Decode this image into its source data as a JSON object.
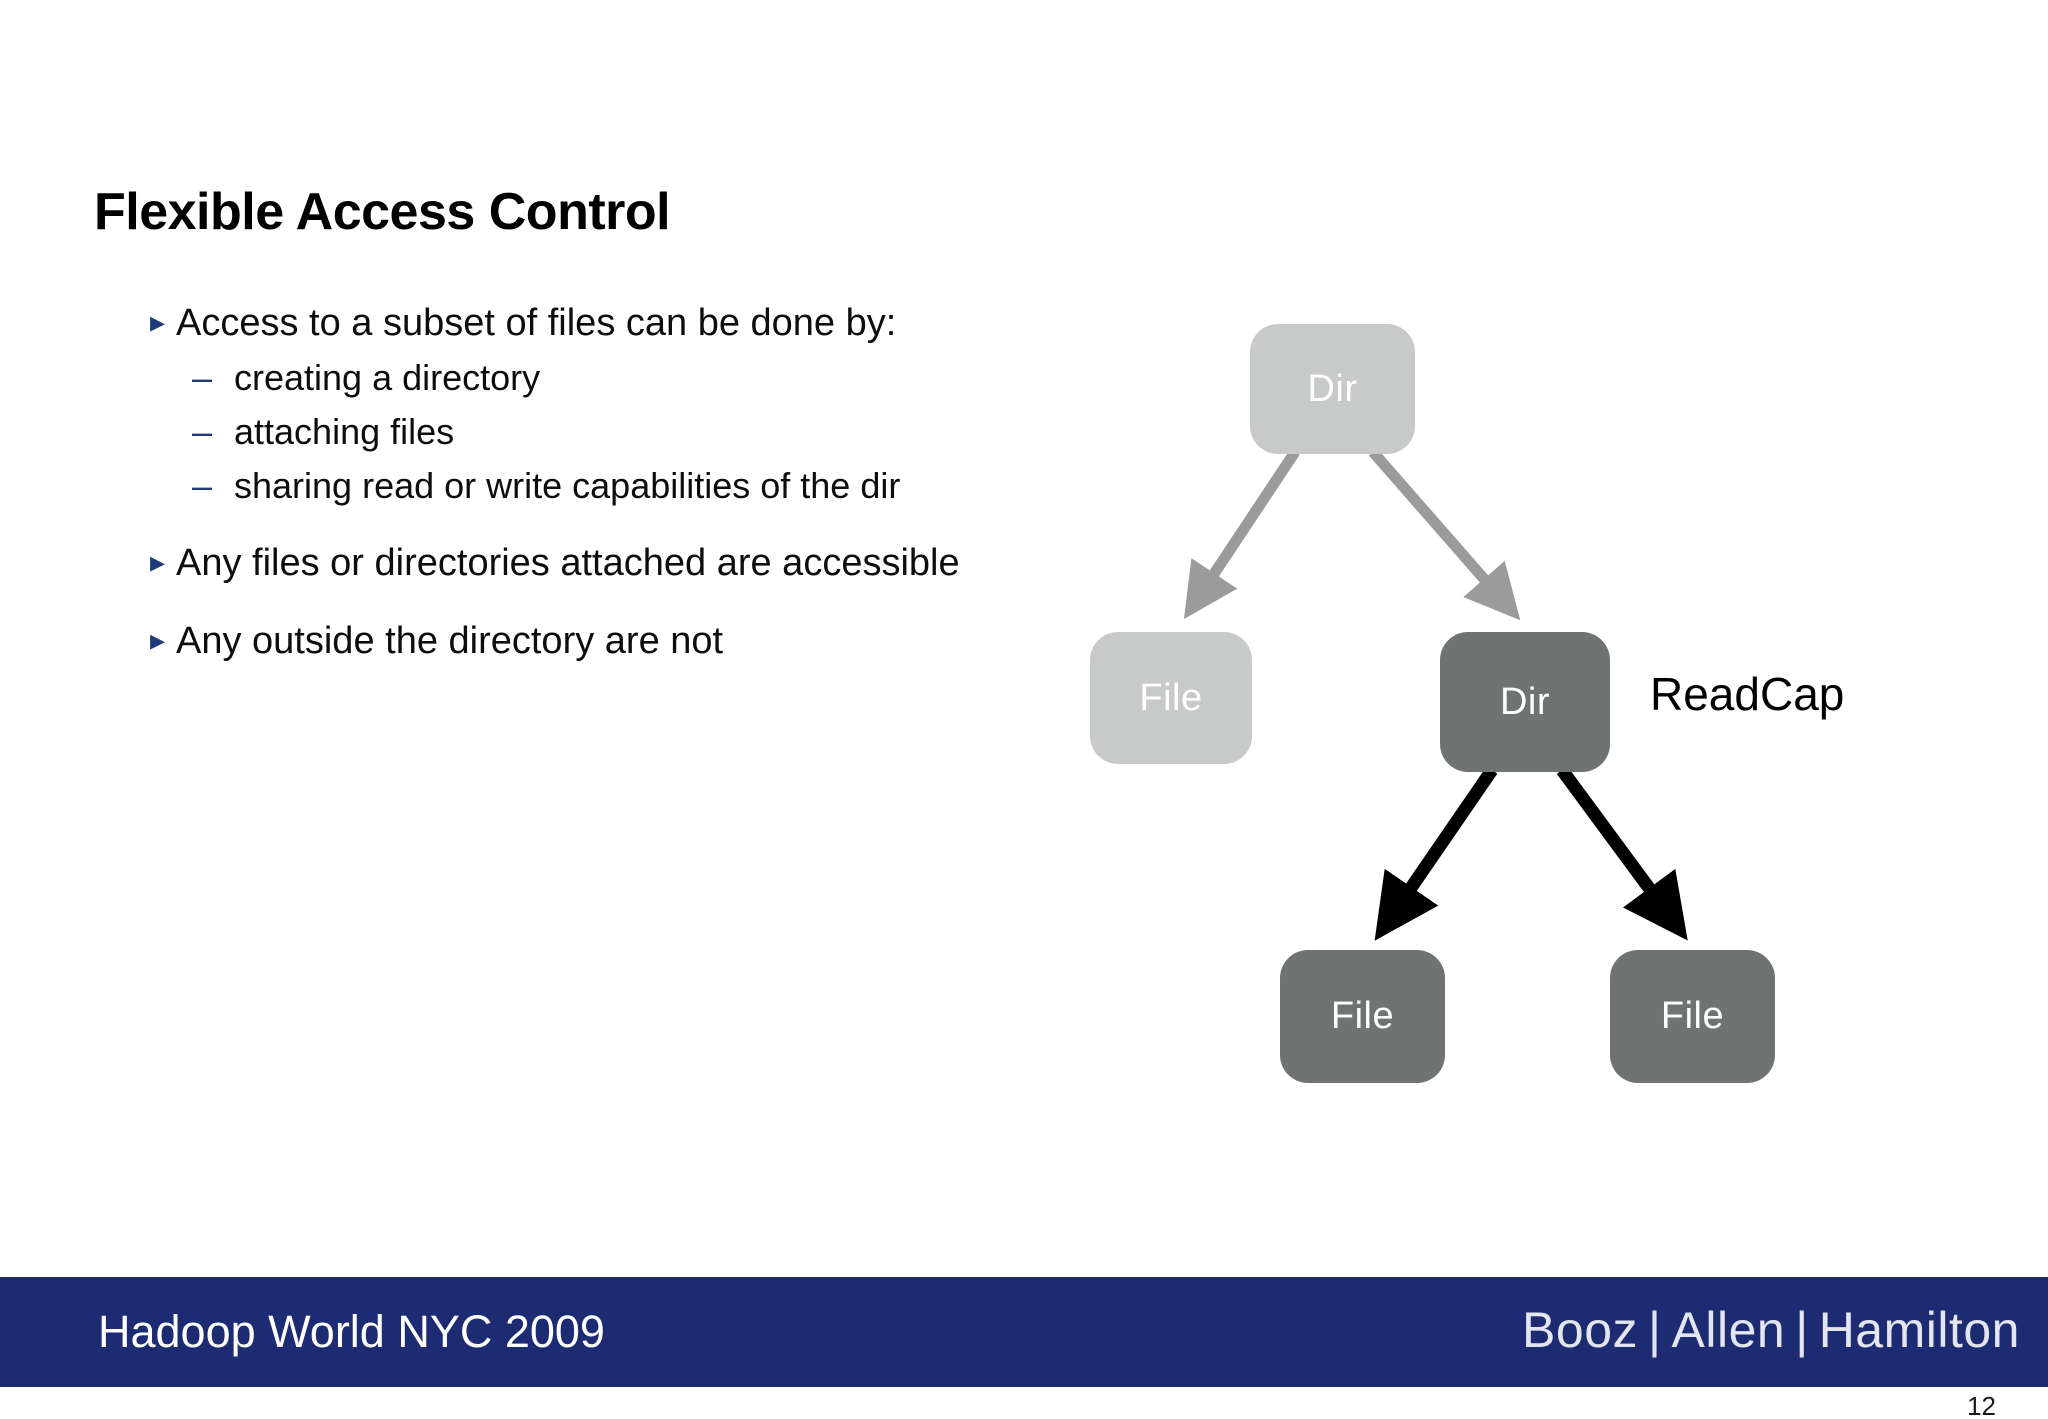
{
  "slide": {
    "title": "Flexible Access Control",
    "page_number": "12"
  },
  "body": {
    "bullet_marker": "▸",
    "sub_marker": "–",
    "items": [
      {
        "level": 1,
        "text": "Access to a subset of files can be done by:",
        "children": [
          {
            "level": 2,
            "text": "creating a directory"
          },
          {
            "level": 2,
            "text": "attaching files"
          },
          {
            "level": 2,
            "text": "sharing read or write capabilities of the dir"
          }
        ]
      },
      {
        "level": 1,
        "text": "Any files or directories attached are accessible"
      },
      {
        "level": 1,
        "text": "Any outside the directory are not"
      }
    ],
    "flat": [
      "Access to a subset of files can be done by:",
      "creating a directory",
      "attaching files",
      "sharing read or write capabilities of the dir",
      "Any files or directories attached are accessible",
      "Any outside the directory are not"
    ]
  },
  "diagram": {
    "nodes": {
      "dir_root": "Dir",
      "file_left": "File",
      "dir_mid": "Dir",
      "file_bottom_left": "File",
      "file_bottom_right": "File"
    },
    "annotation": "ReadCap",
    "colors": {
      "node_light": "#c8c9c9",
      "node_dark": "#6f7372",
      "arrow_light": "#9b9b9b",
      "arrow_dark": "#000000",
      "node_text": "#ffffff"
    },
    "edges": [
      {
        "from": "dir_root",
        "to": "file_left",
        "style": "gray"
      },
      {
        "from": "dir_root",
        "to": "dir_mid",
        "style": "gray"
      },
      {
        "from": "dir_mid",
        "to": "file_bottom_left",
        "style": "black"
      },
      {
        "from": "dir_mid",
        "to": "file_bottom_right",
        "style": "black"
      }
    ]
  },
  "footer": {
    "title": "Hadoop World NYC 2009",
    "logo": {
      "word1": "Booz",
      "separator1": "|",
      "word2": "Allen",
      "separator2": "|",
      "word3": "Hamilton"
    },
    "background": "#1c2b72"
  }
}
